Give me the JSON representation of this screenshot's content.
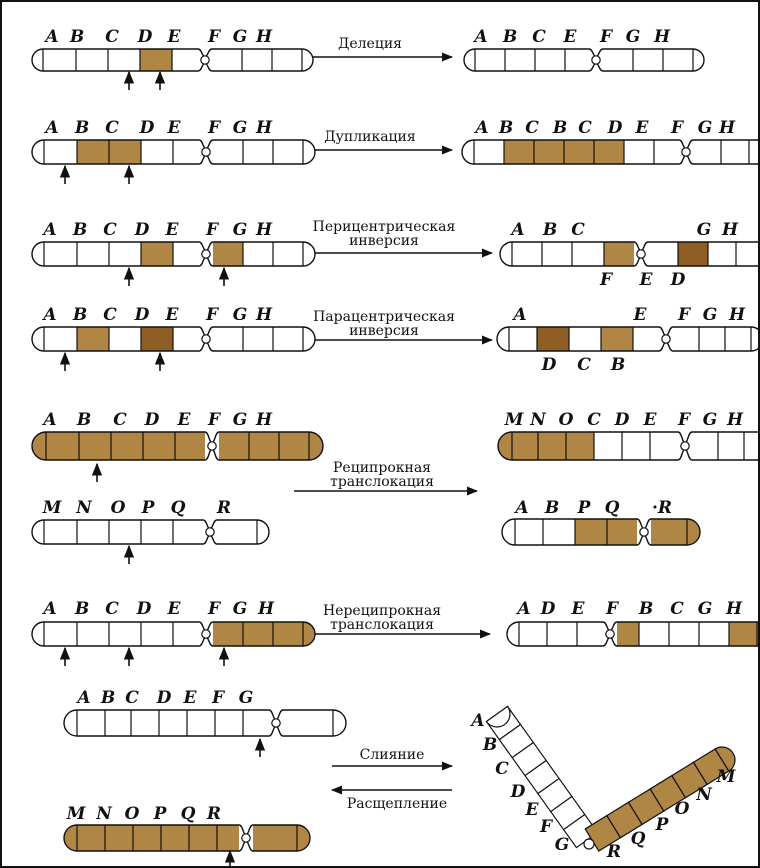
{
  "colors": {
    "fill": "#b08644",
    "dark": "#8f5e24",
    "stroke": "#111111",
    "white": "#ffffff"
  },
  "captions": {
    "deletion": "Делеция",
    "duplication": "Дупликация",
    "pericentric_1": "Перицентрическая",
    "pericentric_2": "инверсия",
    "paracentric_1": "Парацентрическая",
    "paracentric_2": "инверсия",
    "reciprocal_1": "Реципрокная",
    "reciprocal_2": "транслокация",
    "nonreciprocal_1": "Нереципрокная",
    "nonreciprocal_2": "транслокация",
    "fusion": "Слияние",
    "fission": "Расщепление"
  },
  "labels": {
    "del_src": [
      "A",
      "B",
      "C",
      "D",
      "E",
      "F",
      "G",
      "H"
    ],
    "del_res": [
      "A",
      "B",
      "C",
      "E",
      "F",
      "G",
      "H"
    ],
    "dup_src": [
      "A",
      "B",
      "C",
      "D",
      "E",
      "F",
      "G",
      "H"
    ],
    "dup_res": [
      "A",
      "B",
      "C",
      "B",
      "C",
      "D",
      "E",
      "F",
      "G",
      "H"
    ],
    "peri_src": [
      "A",
      "B",
      "C",
      "D",
      "E",
      "F",
      "G",
      "H"
    ],
    "peri_res_top": [
      "A",
      "B",
      "C",
      "G",
      "H"
    ],
    "peri_res_bottom": [
      "F",
      "E",
      "D"
    ],
    "para_src": [
      "A",
      "B",
      "C",
      "D",
      "E",
      "F",
      "G",
      "H"
    ],
    "para_res_top": [
      "A",
      "E",
      "F",
      "G",
      "H"
    ],
    "para_res_bottom": [
      "D",
      "C",
      "B"
    ],
    "rec_src1": [
      "A",
      "B",
      "C",
      "D",
      "E",
      "F",
      "G",
      "H"
    ],
    "rec_res1": [
      "M",
      "N",
      "O",
      "C",
      "D",
      "E",
      "F",
      "G",
      "H"
    ],
    "rec_src2": [
      "M",
      "N",
      "O",
      "P",
      "Q",
      "R"
    ],
    "rec_res2": [
      "A",
      "B",
      "P",
      "Q",
      "·R"
    ],
    "nonrec_src": [
      "A",
      "B",
      "C",
      "D",
      "E",
      "F",
      "G",
      "H"
    ],
    "nonrec_res": [
      "A",
      "D",
      "E",
      "F",
      "B",
      "C",
      "G",
      "H"
    ],
    "fus_top": [
      "A",
      "B",
      "C",
      "D",
      "E",
      "F",
      "G"
    ],
    "fus_bottom": [
      "M",
      "N",
      "O",
      "P",
      "Q",
      "R"
    ],
    "v_left": [
      "A",
      "B",
      "C",
      "D",
      "E",
      "F",
      "G"
    ],
    "v_right": [
      "R",
      "Q",
      "P",
      "O",
      "N",
      "M"
    ]
  }
}
